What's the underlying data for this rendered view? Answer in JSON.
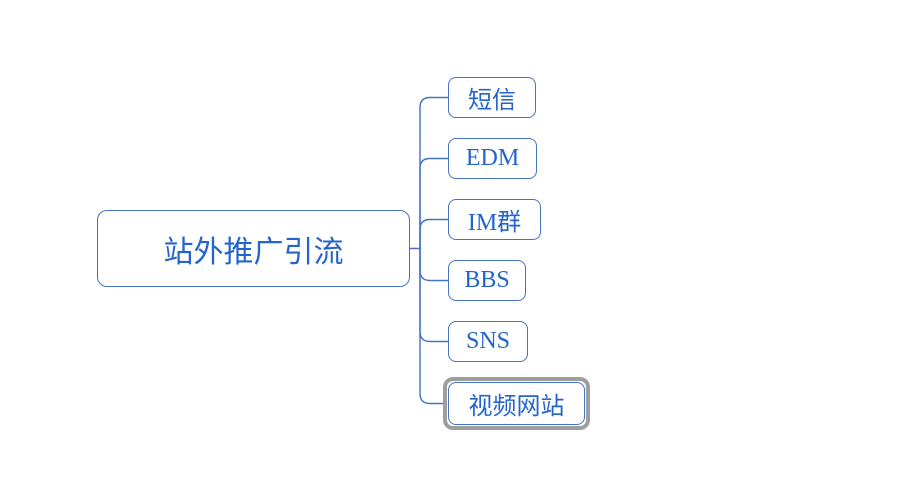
{
  "diagram": {
    "type": "mindmap",
    "root": {
      "label": "站外推广引流"
    },
    "children": [
      {
        "label": "短信",
        "selected": false
      },
      {
        "label": "EDM",
        "selected": false
      },
      {
        "label": "IM群",
        "selected": false
      },
      {
        "label": "BBS",
        "selected": false
      },
      {
        "label": "SNS",
        "selected": false
      },
      {
        "label": "视频网站",
        "selected": true
      }
    ],
    "colors": {
      "node_border": "#4472C4",
      "connector": "#4472C4",
      "text": "#2565CB",
      "selection_ring": "#9E9E9E",
      "background": "#FFFFFF"
    }
  }
}
